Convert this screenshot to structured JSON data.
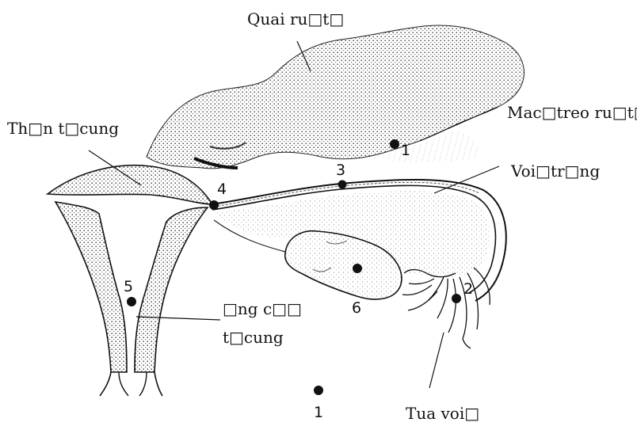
{
  "labels": {
    "bowel_loop": "Quai ru□t□",
    "mesentery": "Mac□treo ru□t□",
    "uterus_body": "Th□n t□cung",
    "fallopian_tube": "Voi□tr□ng",
    "cervical_canal_line1": "□ng c□□",
    "cervical_canal_line2": "t□cung",
    "fimbriae": "Tua voi□"
  },
  "markers": {
    "m1_upper": "1",
    "m1_lower": "1",
    "m2": "2",
    "m3": "3",
    "m4": "4",
    "m5": "5",
    "m6": "6"
  },
  "colors": {
    "ink": "#111111",
    "stipple": "#7a7a7a",
    "background": "#ffffff"
  }
}
